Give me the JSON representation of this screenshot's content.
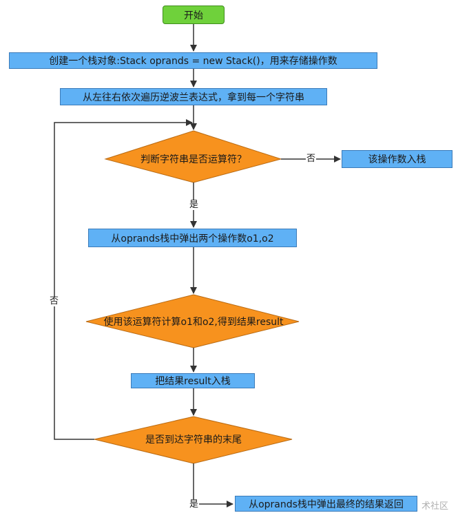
{
  "nodes": {
    "start": "开始",
    "create_stack": "创建一个栈对象:Stack oprands = new Stack()，用来存储操作数",
    "scan": "从左往右依次遍历逆波兰表达式，拿到每一个字符串",
    "decision_operator": "判断字符串是否运算符？",
    "push_operand": "该操作数入栈",
    "pop_two": "从oprands栈中弹出两个操作数o1,o2",
    "compute": "使用该运算符计算o1和o2,得到结果result",
    "push_result": "把结果result入栈",
    "decision_end": "是否到达字符串的末尾",
    "pop_final": "从oprands栈中弹出最终的结果返回"
  },
  "edge_labels": {
    "no_right": "否",
    "yes_down": "是",
    "no_loop": "否",
    "yes_end": "是"
  },
  "watermark": "术社区",
  "colors": {
    "start_fill": "#6fd13b",
    "process_fill": "#5fb1f5",
    "decision_fill": "#f7921e",
    "line": "#333333"
  }
}
